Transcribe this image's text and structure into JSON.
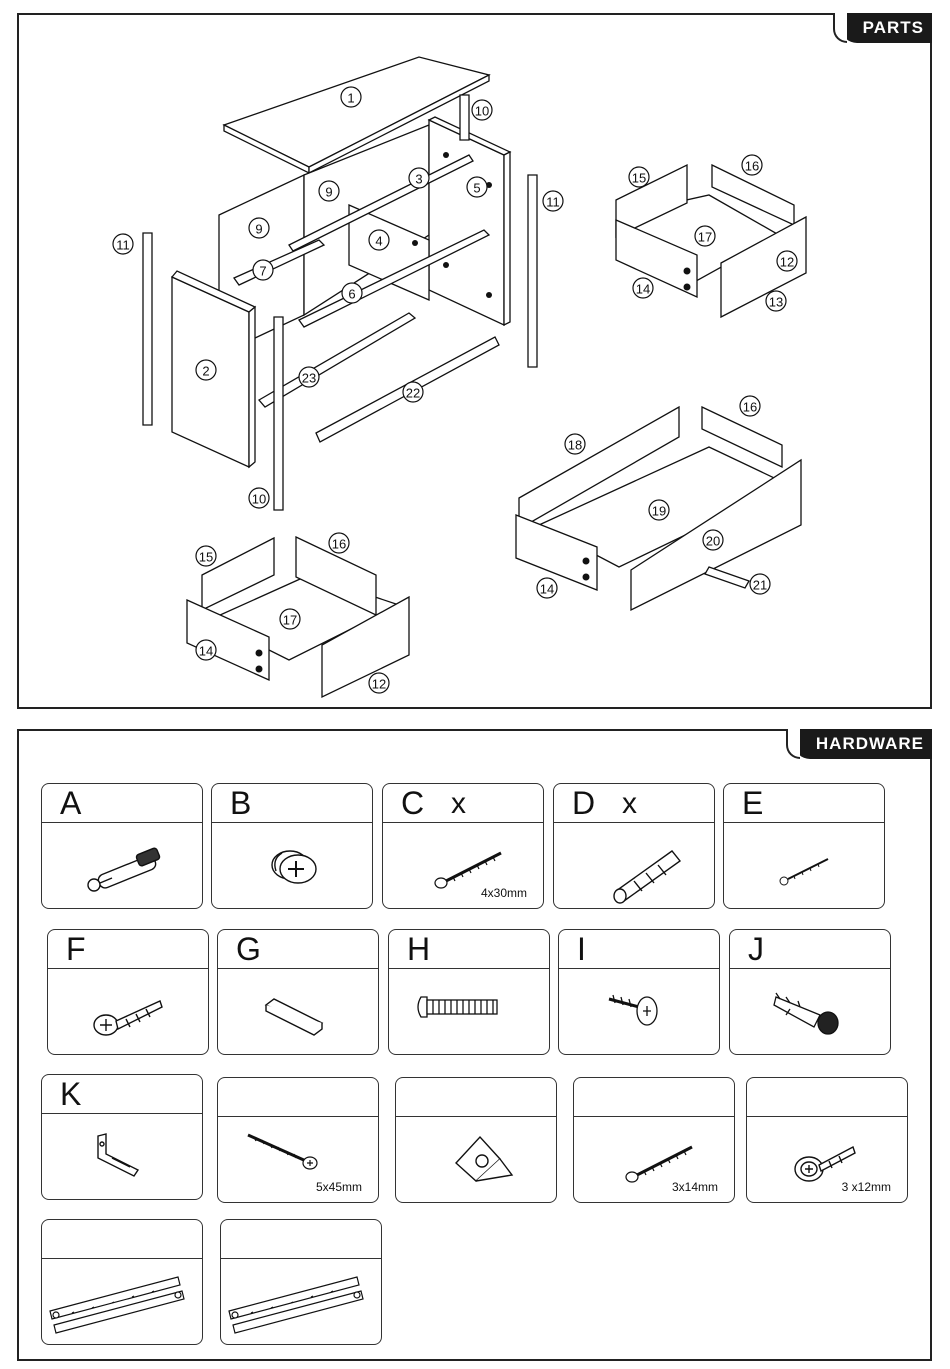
{
  "parts": {
    "tab_label": "PARTS",
    "callouts": [
      "1",
      "2",
      "3",
      "4",
      "5",
      "6",
      "7",
      "9",
      "9",
      "10",
      "10",
      "11",
      "11",
      "12",
      "12",
      "13",
      "14",
      "14",
      "14",
      "15",
      "15",
      "16",
      "16",
      "16",
      "17",
      "17",
      "18",
      "19",
      "20",
      "21",
      "22",
      "23"
    ]
  },
  "hardware": {
    "tab_label": "HARDWARE",
    "items": [
      {
        "letter": "A",
        "qty": "",
        "size": "",
        "icon": "cam-bolt-icon"
      },
      {
        "letter": "B",
        "qty": "",
        "size": "",
        "icon": "cam-lock-icon"
      },
      {
        "letter": "C",
        "qty": "x",
        "size": "4x30mm",
        "icon": "screw-icon"
      },
      {
        "letter": "D",
        "qty": "x",
        "size": "",
        "icon": "wooden-dowel-icon"
      },
      {
        "letter": "E",
        "qty": "",
        "size": "",
        "icon": "small-screw-icon"
      },
      {
        "letter": "F",
        "qty": "",
        "size": "",
        "icon": "flat-head-screw-icon"
      },
      {
        "letter": "G",
        "qty": "",
        "size": "",
        "icon": "handle-icon"
      },
      {
        "letter": "H",
        "qty": "",
        "size": "",
        "icon": "machine-bolt-icon"
      },
      {
        "letter": "I",
        "qty": "",
        "size": "",
        "icon": "washer-screw-icon"
      },
      {
        "letter": "J",
        "qty": "",
        "size": "",
        "icon": "wall-anchor-icon"
      },
      {
        "letter": "K",
        "qty": "",
        "size": "",
        "icon": "l-bracket-icon"
      },
      {
        "letter": "",
        "qty": "",
        "size": "5x45mm",
        "icon": "long-screw-icon"
      },
      {
        "letter": "",
        "qty": "",
        "size": "",
        "icon": "corner-block-icon"
      },
      {
        "letter": "",
        "qty": "",
        "size": "3x14mm",
        "icon": "screw-icon"
      },
      {
        "letter": "",
        "qty": "",
        "size": "3 x12mm",
        "icon": "washer-head-screw-icon"
      },
      {
        "letter": "",
        "qty": "",
        "size": "",
        "icon": "drawer-slide-icon"
      },
      {
        "letter": "",
        "qty": "",
        "size": "",
        "icon": "drawer-slide-icon"
      }
    ]
  }
}
